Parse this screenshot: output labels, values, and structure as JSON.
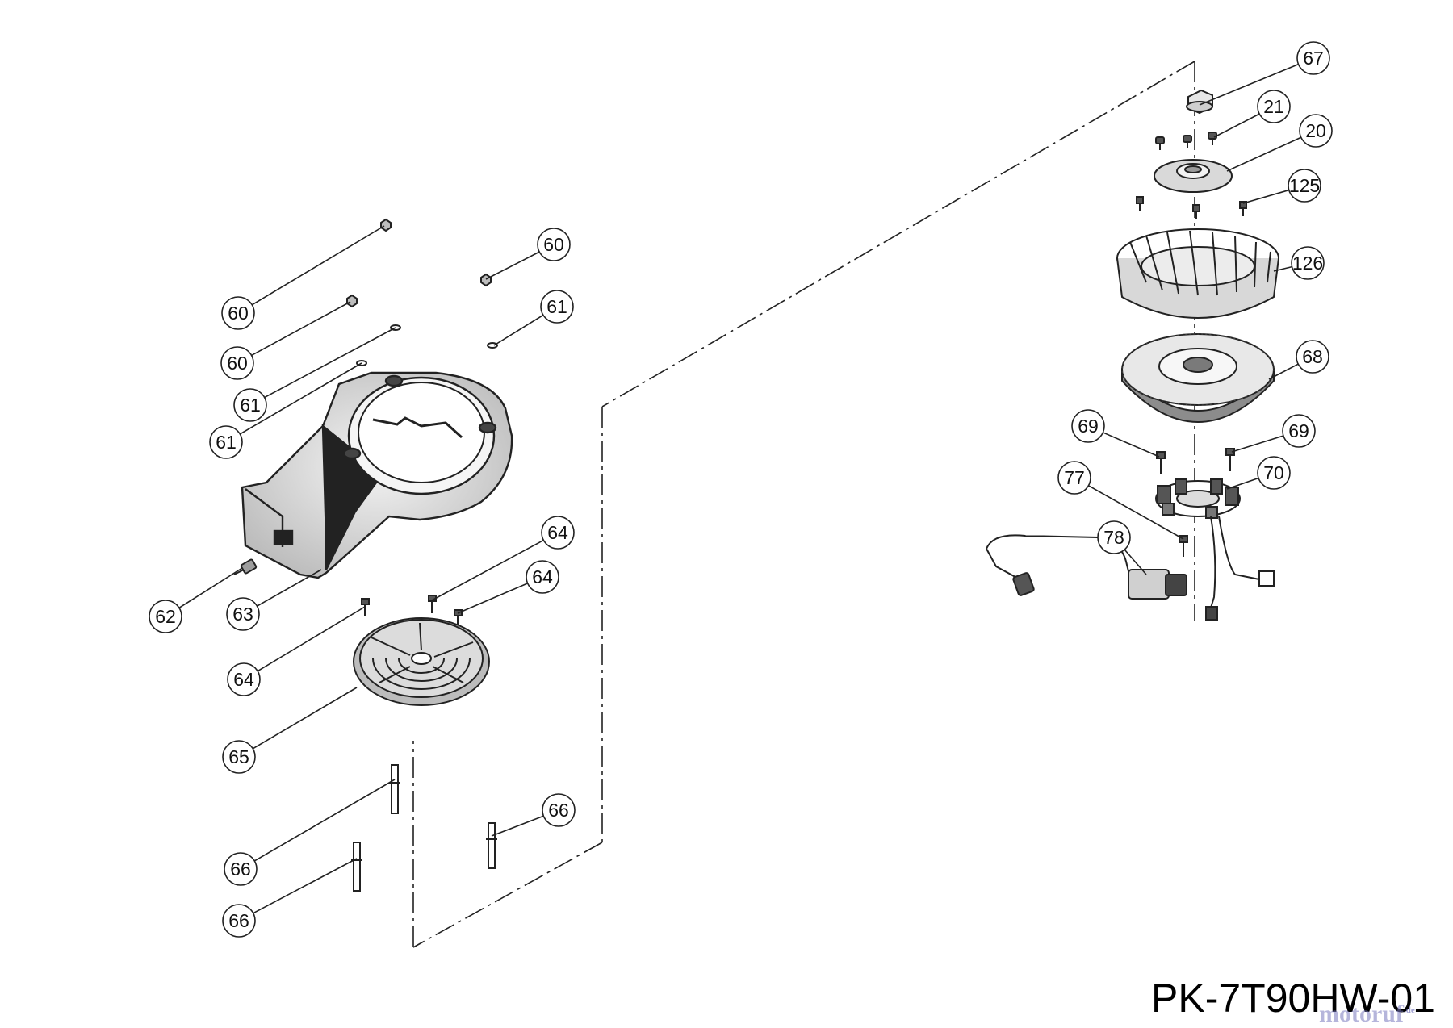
{
  "drawing_code": "PK-7T90HW-01",
  "watermark": "motoruf",
  "watermark_suffix": ".de",
  "callouts": [
    "67",
    "21",
    "20",
    "125",
    "126",
    "68",
    "69",
    "69",
    "70",
    "77",
    "78",
    "60",
    "60",
    "60",
    "61",
    "61",
    "61",
    "62",
    "63",
    "64",
    "64",
    "64",
    "65",
    "66",
    "66",
    "66"
  ]
}
